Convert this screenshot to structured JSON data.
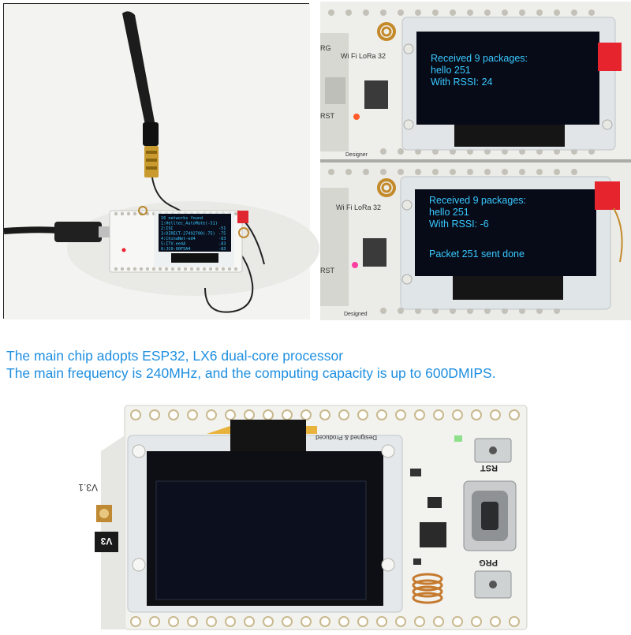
{
  "top_left": {
    "oled_lines": [
      "16 networks found",
      "1:Helltec_AutoMate(-51)",
      "2:ISC",
      "3:DIRECT-27492700(-75)",
      "4:ChinaNet-ed4",
      "5:ITV-ee4A",
      "6:JC0-00F5A4"
    ],
    "oled_rssi": [
      "-51",
      "-75",
      "-83",
      "-83",
      "-83"
    ]
  },
  "top_right": {
    "screen_a": [
      "Received 9 packages:",
      "hello 251",
      "With RSSI: 24"
    ],
    "screen_b": [
      "Received 9 packages:",
      "hello 251",
      "With RSSI: -6",
      "",
      "Packet 251 sent done"
    ],
    "silk_top": [
      "RG",
      "Wi Fi LoRa 32",
      "RST",
      "Designer"
    ],
    "silk_bottom": [
      "Wi Fi LoRa 32",
      "RST",
      "Designed"
    ]
  },
  "caption": {
    "line1": "The main chip adopts ESP32, LX6 dual-core processor",
    "line2": "The main frequency is 240MHz, and the computing capacity is up to 600DMIPS."
  },
  "bottom_board": {
    "silk_version": "V3.1",
    "silk_badge": "V3",
    "silk_designed": "Designed & Produced",
    "silk_rst": "RST",
    "silk_prg": "PRG"
  },
  "colors": {
    "oled_text": "#39c8ff",
    "caption": "#1e8fe0",
    "pcb": "#f2f2ef",
    "oled_bg": "#0b0f1e"
  }
}
